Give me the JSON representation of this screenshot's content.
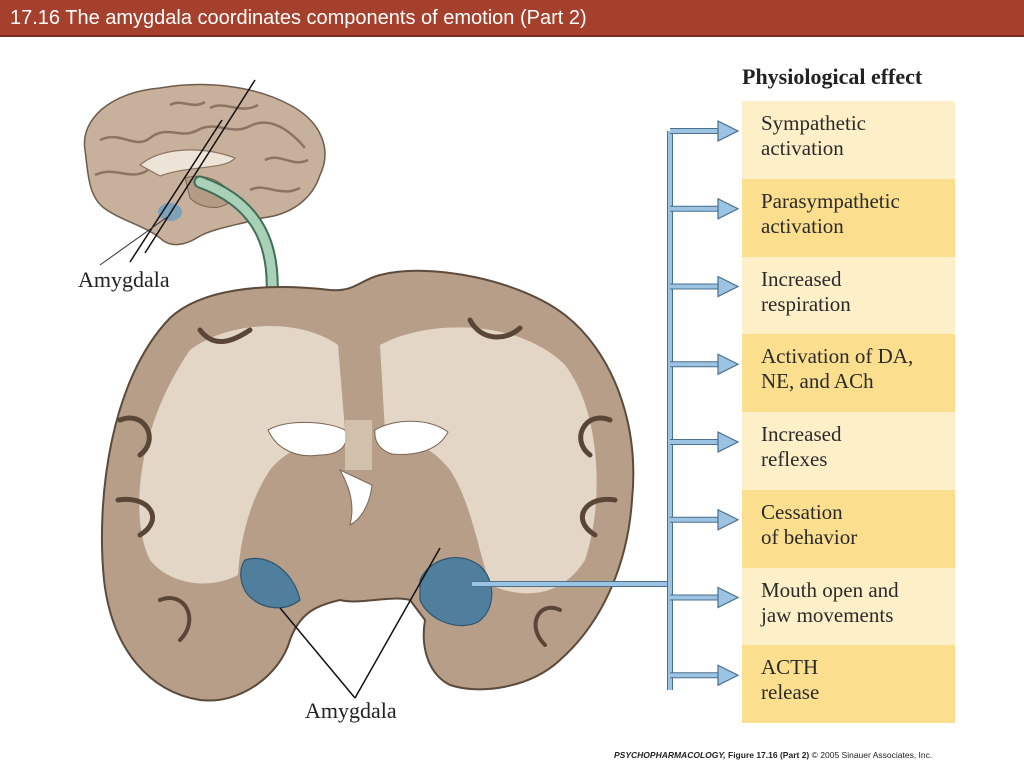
{
  "slide": {
    "title": "17.16  The amygdala coordinates components of emotion (Part 2)"
  },
  "figure": {
    "top_label": "Amygdala",
    "bottom_label": "Amygdala",
    "effects_header": "Physiological effect",
    "effects": [
      {
        "line1": "Sympathetic",
        "line2": "activation"
      },
      {
        "line1": "Parasympathetic",
        "line2": "activation"
      },
      {
        "line1": "Increased",
        "line2": "respiration"
      },
      {
        "line1": "Activation of DA,",
        "line2": "NE, and ACh"
      },
      {
        "line1": "Increased",
        "line2": "reflexes"
      },
      {
        "line1": "Cessation",
        "line2": "of behavior"
      },
      {
        "line1": "Mouth open and",
        "line2": "jaw movements"
      },
      {
        "line1": "ACTH",
        "line2": "release"
      }
    ]
  },
  "caption": {
    "book": "PSYCHOPHARMACOLOGY,",
    "figure": "Figure 17.16 (Part 2)",
    "copyright": "© 2005 Sinauer Associates, Inc."
  },
  "colors": {
    "title_bar": "#a5402c",
    "brain_tissue": "#c9b39f",
    "brain_gray_matter": "#b29b84",
    "white_matter": "#e3d6c6",
    "amygdala": "#4f7f9c",
    "arrow_blue": "#9cc3e2",
    "panel_light": "#fdf0c8",
    "panel_dark": "#fbdf8e"
  }
}
